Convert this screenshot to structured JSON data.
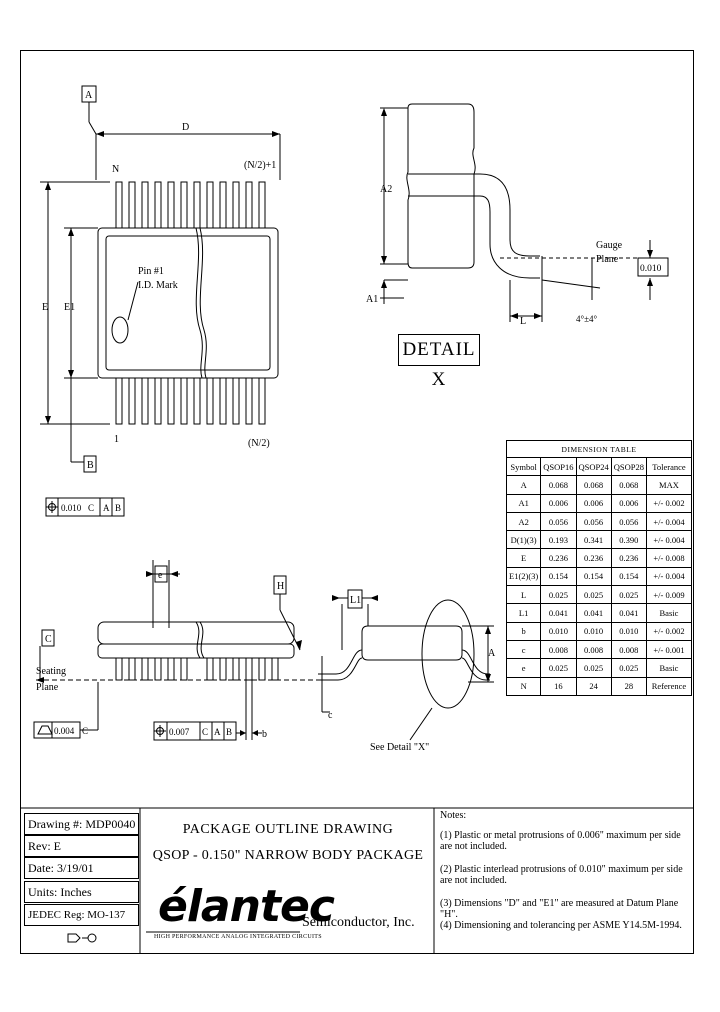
{
  "top_view": {
    "label_a": "A",
    "label_d": "D",
    "label_n": "N",
    "label_n2_plus1": "(N/2)+1",
    "label_e": "E",
    "label_e1": "E1",
    "pin_mark_line1": "Pin #1",
    "pin_mark_line2": "I.D. Mark",
    "label_1": "1",
    "label_n2": "(N/2)",
    "label_b": "B",
    "tolerance_frame": [
      "0.010",
      "C",
      "A",
      "B"
    ]
  },
  "detail_view": {
    "label_a2": "A2",
    "label_a1": "A1",
    "gauge_line1": "Gauge",
    "gauge_line2": "Plane",
    "gauge_value": "0.010",
    "label_l": "L",
    "angle": "4°±4°",
    "title": "DETAIL X"
  },
  "side_view": {
    "label_e": "e",
    "label_h": "H",
    "label_c": "C",
    "seating_line1": "Seating",
    "seating_line2": "Plane",
    "flatness_value": "0.004",
    "flatness_datum": "C",
    "position_frame": [
      "0.007",
      "C",
      "A",
      "B"
    ],
    "label_b": "b"
  },
  "end_view": {
    "label_l1": "L1",
    "label_a": "A",
    "label_c": "c",
    "see_detail": "See Detail \"X\""
  },
  "dimension_table": {
    "title": "DIMENSION TABLE",
    "headers": [
      "Symbol",
      "QSOP16",
      "QSOP24",
      "QSOP28",
      "Tolerance"
    ],
    "rows": [
      [
        "A",
        "0.068",
        "0.068",
        "0.068",
        "MAX"
      ],
      [
        "A1",
        "0.006",
        "0.006",
        "0.006",
        "+/- 0.002"
      ],
      [
        "A2",
        "0.056",
        "0.056",
        "0.056",
        "+/- 0.004"
      ],
      [
        "D(1)(3)",
        "0.193",
        "0.341",
        "0.390",
        "+/- 0.004"
      ],
      [
        "E",
        "0.236",
        "0.236",
        "0.236",
        "+/- 0.008"
      ],
      [
        "E1(2)(3)",
        "0.154",
        "0.154",
        "0.154",
        "+/- 0.004"
      ],
      [
        "L",
        "0.025",
        "0.025",
        "0.025",
        "+/- 0.009"
      ],
      [
        "L1",
        "0.041",
        "0.041",
        "0.041",
        "Basic"
      ],
      [
        "b",
        "0.010",
        "0.010",
        "0.010",
        "+/- 0.002"
      ],
      [
        "c",
        "0.008",
        "0.008",
        "0.008",
        "+/- 0.001"
      ],
      [
        "e",
        "0.025",
        "0.025",
        "0.025",
        "Basic"
      ],
      [
        "N",
        "16",
        "24",
        "28",
        "Reference"
      ]
    ]
  },
  "title_block": {
    "drawing_no": "Drawing #: MDP0040",
    "rev": "Rev: E",
    "date": "Date: 3/19/01",
    "units": "Units: Inches",
    "jedec": "JEDEC Reg: MO-137",
    "title_line1": "PACKAGE OUTLINE DRAWING",
    "title_line2": "QSOP - 0.150\" NARROW BODY PACKAGE",
    "company_logo": "élantec",
    "company_suffix": "Semiconductor, Inc.",
    "tagline": "HIGH PERFORMANCE ANALOG INTEGRATED CIRCUITS"
  },
  "notes": {
    "heading": "Notes:",
    "items": [
      "(1) Plastic or metal protrusions of 0.006\" maximum per side are not included.",
      "(2) Plastic interlead protrusions of 0.010\" maximum per side are not included.",
      "(3) Dimensions \"D\" and \"E1\" are measured at Datum Plane \"H\".",
      "(4) Dimensioning and tolerancing per ASME Y14.5M-1994."
    ]
  }
}
